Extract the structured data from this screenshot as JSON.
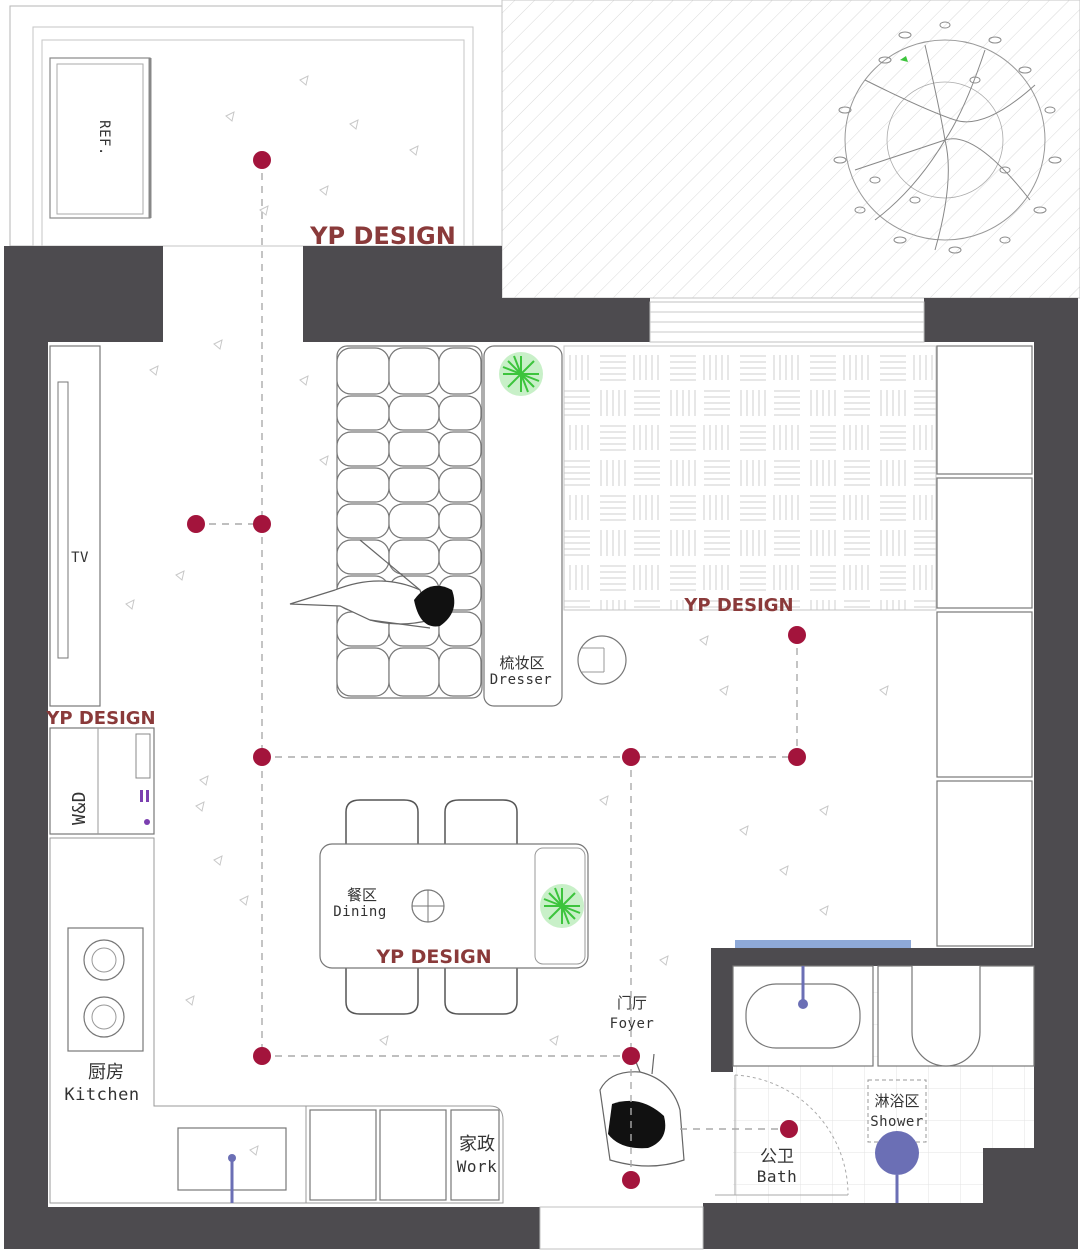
{
  "brand_label": "YP DESIGN",
  "rooms": {
    "ref": "REF.",
    "tv": "TV",
    "wd": "W&D",
    "dresser_cn": "梳妆区",
    "dresser_en": "Dresser",
    "dining_cn": "餐区",
    "dining_en": "Dining",
    "foyer_cn": "门厅",
    "foyer_en": "Foyer",
    "kitchen_cn": "厨房",
    "kitchen_en": "Kitchen",
    "work_cn": "家政",
    "work_en": "Work",
    "bath_cn": "公卫",
    "bath_en": "Bath",
    "shower_cn": "淋浴区",
    "shower_en": "Shower"
  },
  "colors": {
    "wall": "#4d4b4f",
    "brand": "#8a3a3a",
    "marker": "#a3143c",
    "fixture": "#6b6fb5",
    "plant": "#3cc43c",
    "washer_accent": "#7b3fb0"
  }
}
